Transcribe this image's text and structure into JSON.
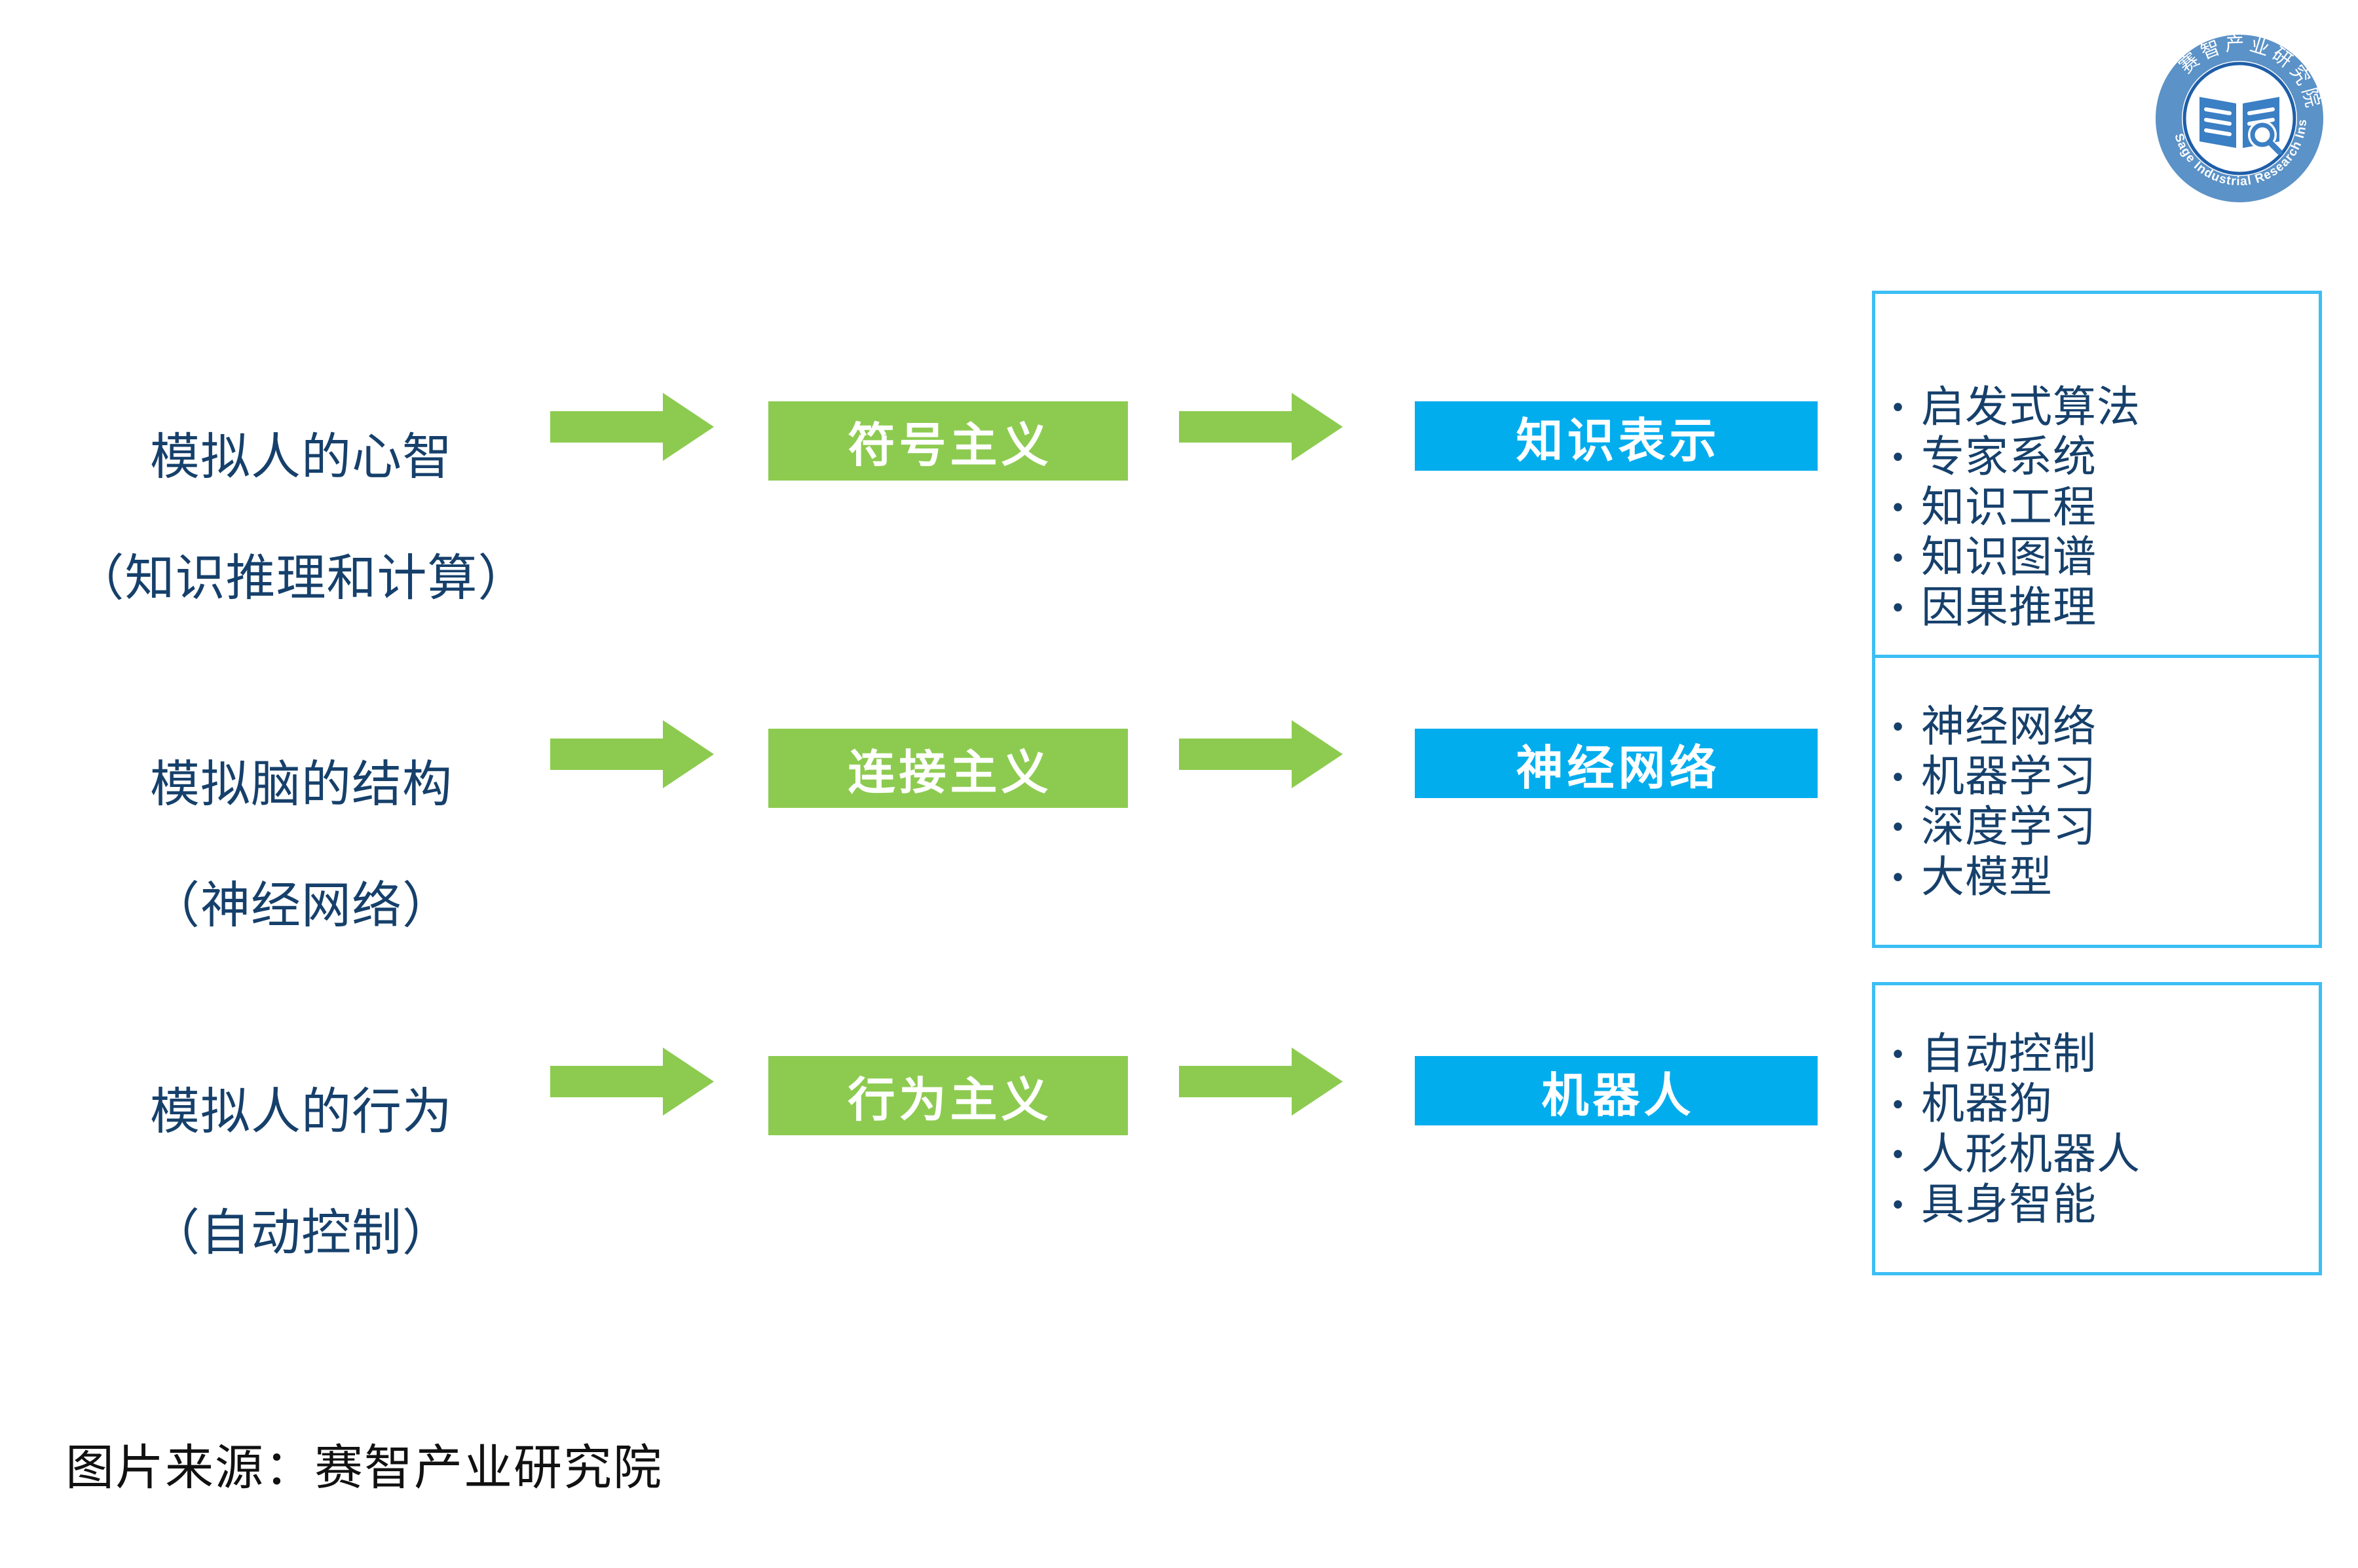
{
  "logo": {
    "name_cn": "赛智产业研究院",
    "name_en": "Sage Industrial Research Institute",
    "brand_color": "#5B92C7"
  },
  "theme": {
    "label_color": "#16406B",
    "green": "#8DCB50",
    "blue": "#02ADEE",
    "panel_border": "#3CBEF4",
    "source_color": "#111111"
  },
  "rows": [
    {
      "label_line1": "模拟人的心智",
      "label_line2": "（知识推理和计算）",
      "approach": "符号主义",
      "outcome": "知识表示",
      "arrow1": "right-arrow",
      "arrow2": "right-arrow",
      "bullets": [
        "启发式算法",
        "专家系统",
        "知识工程",
        "知识图谱",
        "因果推理"
      ]
    },
    {
      "label_line1": "模拟脑的结构",
      "label_line2": "（神经网络）",
      "approach": "连接主义",
      "outcome": "神经网络",
      "arrow1": "right-arrow",
      "arrow2": "right-arrow",
      "bullets": [
        "神经网络",
        "机器学习",
        "深度学习",
        "大模型"
      ]
    },
    {
      "label_line1": "模拟人的行为",
      "label_line2": "（自动控制）",
      "approach": "行为主义",
      "outcome": "机器人",
      "arrow1": "right-arrow",
      "arrow2": "right-arrow",
      "bullets": [
        "自动控制",
        "机器狗",
        "人形机器人",
        "具身智能"
      ]
    }
  ],
  "bullet_glyph": "•",
  "source": "图片来源：赛智产业研究院"
}
